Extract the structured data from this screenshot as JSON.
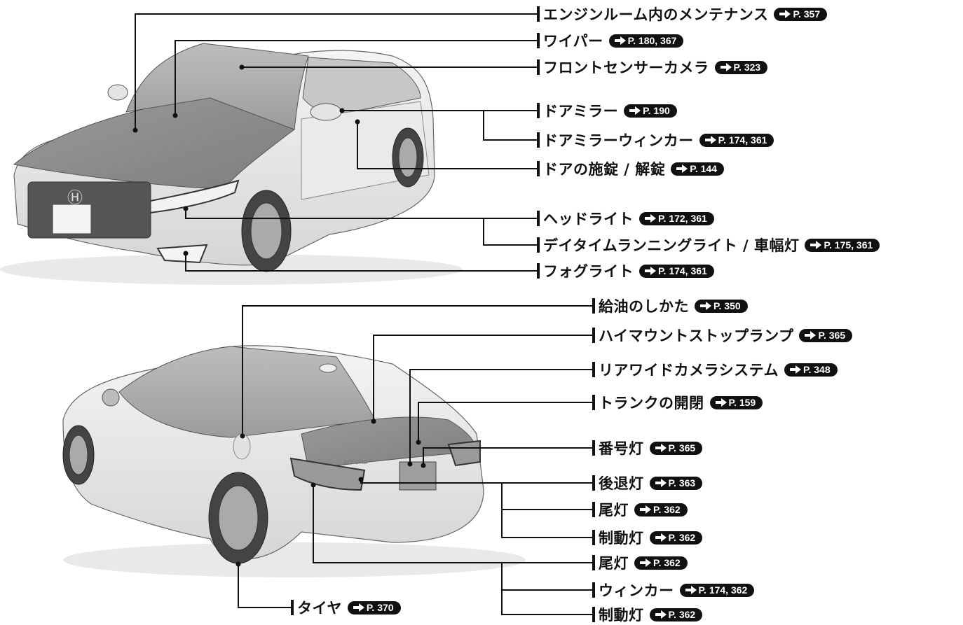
{
  "front_labels": [
    {
      "text": "エンジンルーム内のメンテナンス",
      "ref": "P. 357"
    },
    {
      "text": "ワイパー",
      "ref": "P. 180, 367"
    },
    {
      "text": "フロントセンサーカメラ",
      "ref": "P. 323"
    },
    {
      "text": "ドアミラー",
      "ref": "P. 190"
    },
    {
      "text": "ドアミラーウィンカー",
      "ref": "P. 174, 361"
    },
    {
      "text": "ドアの施錠 / 解錠",
      "ref": "P. 144"
    },
    {
      "text": "ヘッドライト",
      "ref": "P. 172, 361"
    },
    {
      "text": "デイタイムランニングライト / 車幅灯",
      "ref": "P. 175, 361"
    },
    {
      "text": "フォグライト",
      "ref": "P. 174, 361"
    }
  ],
  "rear_labels": [
    {
      "text": "給油のしかた",
      "ref": "P. 350"
    },
    {
      "text": "ハイマウントストップランプ",
      "ref": "P. 365"
    },
    {
      "text": "リアワイドカメラシステム",
      "ref": "P. 348"
    },
    {
      "text": "トランクの開閉",
      "ref": "P. 159"
    },
    {
      "text": "番号灯",
      "ref": "P. 365"
    },
    {
      "text": "後退灯",
      "ref": "P. 363"
    },
    {
      "text": "尾灯",
      "ref": "P. 362"
    },
    {
      "text": "制動灯",
      "ref": "P. 362"
    },
    {
      "text": "尾灯",
      "ref": "P. 362"
    },
    {
      "text": "ウィンカー",
      "ref": "P. 174, 362"
    },
    {
      "text": "制動灯",
      "ref": "P. 362"
    },
    {
      "text": "タイヤ",
      "ref": "P. 370"
    }
  ],
  "rear_car_badge": "ACCORD"
}
